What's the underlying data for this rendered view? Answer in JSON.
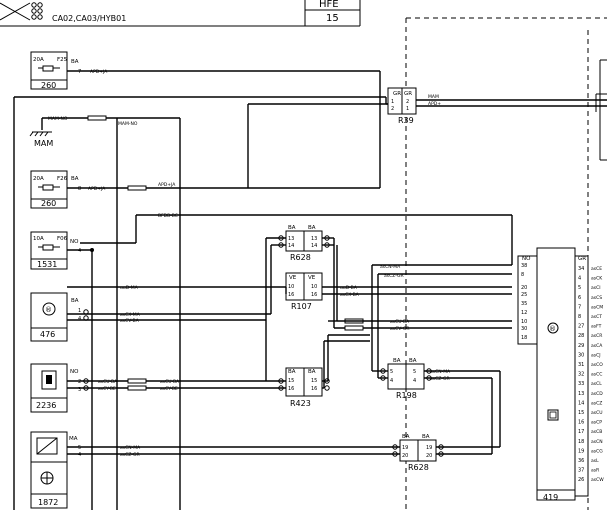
{
  "title_block": {
    "code_line": "CA02,CA03/HYB01",
    "hfe_label": "HFE",
    "hfe_value": "15"
  },
  "components": {
    "f25": {
      "rating": "20A",
      "id": "F25",
      "pin_ba": "BA",
      "pin": "7",
      "wire": "APD+JA",
      "ref": "260"
    },
    "mam": {
      "wire_left": "MAM-NO",
      "wire_right": "MAM-NO",
      "ref": "MAM"
    },
    "f26": {
      "rating": "20A",
      "id": "F26",
      "pin_ba": "BA",
      "pin": "8",
      "wire": "APD+JA",
      "wire2": "APD+JA",
      "ref": "260"
    },
    "f06": {
      "rating": "10A",
      "id": "F06",
      "pin_no": "NO",
      "pin": "4",
      "ref": "1531"
    },
    "c476": {
      "ba": "BA",
      "p1": "1",
      "p2": "4",
      "w1": "uuD-MA",
      "w2": "asCX-MA",
      "w3": "asCV-BA",
      "ref": "476"
    },
    "c2236": {
      "no": "NO",
      "p2": "2",
      "p3": "3",
      "w1": "asCU-BA",
      "w2": "asCY-BE",
      "w3": "asCU-BA",
      "w4": "asCY-BE",
      "ref": "2236"
    },
    "c1872": {
      "ma": "MA",
      "p5": "5",
      "p4": "4",
      "w1": "asCN-MA",
      "w2": "asCZ-GR",
      "ref": "1872"
    },
    "r39": {
      "gr1": "GR",
      "gr2": "GR",
      "p1": "1",
      "p2": "2",
      "p3": "2",
      "p4": "1",
      "w1": "MAM",
      "w2": "APD+",
      "ref": "R39"
    },
    "r628a": {
      "ba1": "BA",
      "ba2": "BA",
      "p13": "13",
      "p14": "14",
      "ref": "R628"
    },
    "r107": {
      "ve1": "VE",
      "ve2": "VE",
      "p10": "10",
      "p16": "16",
      "w1": "uuD-BA",
      "w2": "asCX-BA",
      "ref": "R107"
    },
    "r423": {
      "ba1": "BA",
      "ba2": "BA",
      "p15": "15",
      "p16": "16",
      "ref": "R423"
    },
    "r198": {
      "ba1": "BA",
      "ba2": "BA",
      "p5": "5",
      "p4": "4",
      "w1": "asCN-MA",
      "w2": "asCZ-GR",
      "ref": "R198"
    },
    "r628b": {
      "ba1": "BA",
      "ba2": "BA",
      "p19": "19",
      "p20": "20",
      "ref": "R628"
    },
    "c419": {
      "ref": "419",
      "no": "NO",
      "gr": "GR",
      "left_pins": [
        "38",
        "8",
        "20",
        "25",
        "35",
        "12",
        "10",
        "30",
        "18"
      ],
      "right_pins": [
        "34",
        "4",
        "5",
        "6",
        "7",
        "8",
        "27",
        "28",
        "29",
        "30",
        "31",
        "32",
        "33",
        "13",
        "14",
        "15",
        "16",
        "17",
        "18",
        "19",
        "36",
        "37",
        "26"
      ],
      "right_wires": [
        "asCE",
        "asCK",
        "asCI",
        "asCS",
        "asCM",
        "asCT",
        "asFT",
        "asCR",
        "asCA",
        "asCJ",
        "asCO",
        "asCC",
        "asCL",
        "asCD",
        "asCZ",
        "asCU",
        "asCP",
        "asCB",
        "asCN",
        "asCG",
        "asL",
        "asR",
        "asCW"
      ]
    },
    "bus": {
      "w1": "BFDB-BC",
      "w2": "asCN-MA",
      "w3": "asCZ-GR",
      "w4": "asCU-BA",
      "w5": "asCV-GR",
      "w6": "asCX-BA",
      "w7": "asCY-BE"
    }
  }
}
